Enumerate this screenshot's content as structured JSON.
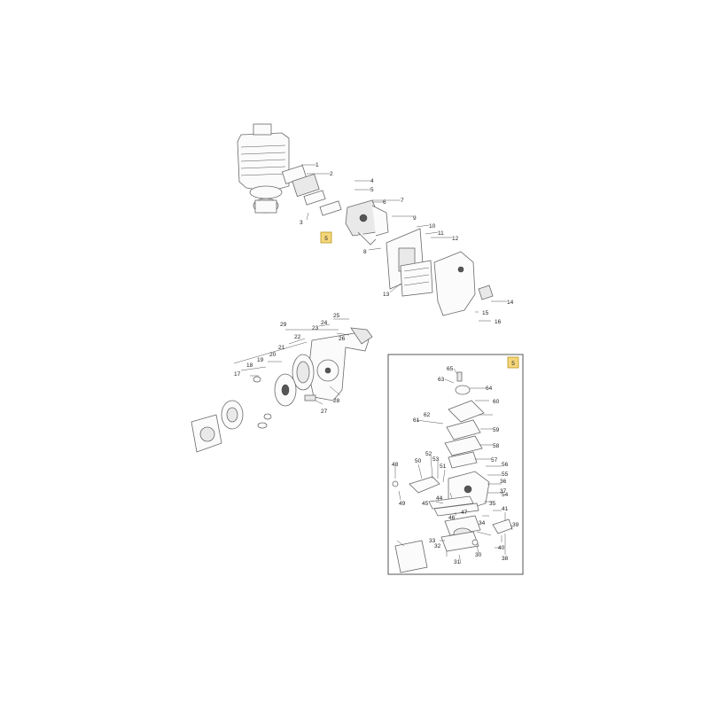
{
  "callouts": {
    "main": [
      "1",
      "2",
      "3",
      "4",
      "5",
      "6",
      "7",
      "8",
      "9",
      "10",
      "11",
      "12",
      "13",
      "14",
      "15",
      "16"
    ],
    "starter": [
      "17",
      "18",
      "19",
      "20",
      "21",
      "22",
      "23",
      "24",
      "25",
      "26",
      "27",
      "28",
      "29"
    ],
    "carb": [
      "30",
      "31",
      "32",
      "33",
      "34",
      "35",
      "36",
      "37",
      "38",
      "39",
      "40",
      "41",
      "44",
      "45",
      "46",
      "47",
      "48",
      "49",
      "50",
      "51",
      "52",
      "53",
      "54",
      "55",
      "56",
      "57",
      "58",
      "59",
      "60",
      "61",
      "62",
      "63",
      "64",
      "65"
    ]
  },
  "highlight_badges": [
    "5",
    "5"
  ],
  "colors": {
    "highlight": "#f4d67a",
    "line": "#555555"
  }
}
